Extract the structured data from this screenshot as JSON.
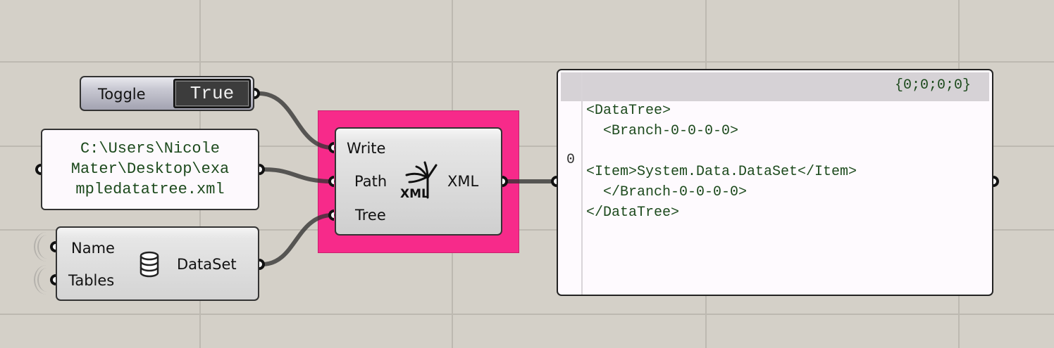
{
  "canvas": {
    "background": "#d4d0c8",
    "grid_color": "#bdb9b1",
    "wire_color": "#3a3a3a"
  },
  "toggle": {
    "label": "Toggle",
    "value": "True"
  },
  "path_panel": {
    "lines": [
      "C:\\Users\\Nicole",
      "Mater\\Desktop\\exa",
      "mpledatatree.xml"
    ]
  },
  "dataset_component": {
    "inputs": [
      "Name",
      "Tables"
    ],
    "icon": "database-icon",
    "output": "DataSet"
  },
  "group": {
    "color": "#f72a8a"
  },
  "write_xml_component": {
    "inputs": [
      "Write",
      "Path",
      "Tree"
    ],
    "icon": "xml-tree-icon",
    "output": "XML"
  },
  "output_panel": {
    "path_header": "{0;0;0;0}",
    "index": "0",
    "lines": [
      "<DataTree>",
      "  <Branch-0-0-0-0>",
      "",
      "<Item>System.Data.DataSet</Item>",
      "  </Branch-0-0-0-0>",
      "</DataTree>"
    ]
  }
}
